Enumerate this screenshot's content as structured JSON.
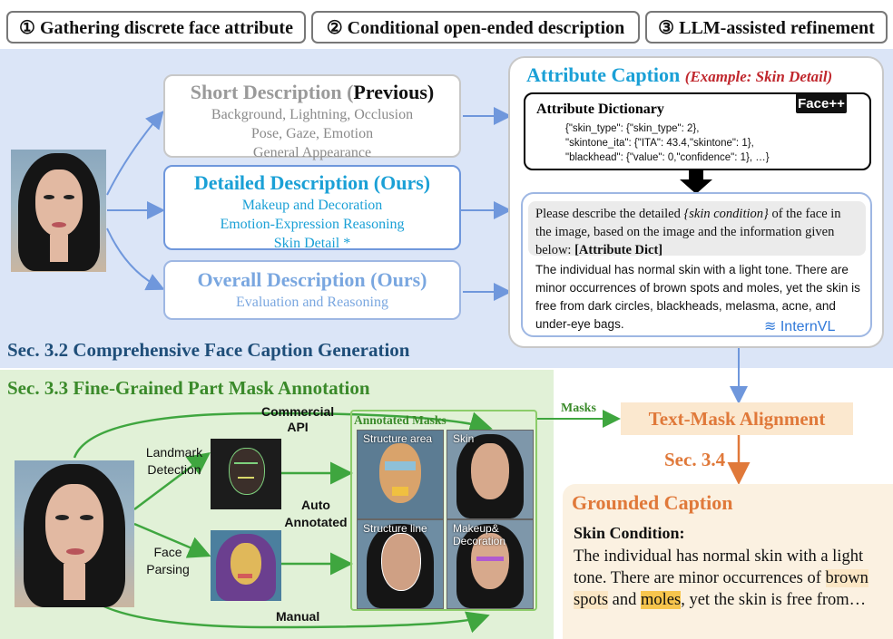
{
  "tabs": [
    {
      "label": "① Gathering discrete face attribute"
    },
    {
      "label": "② Conditional open-ended description"
    },
    {
      "label": "③ LLM-assisted refinement"
    }
  ],
  "short_desc": {
    "title_main": "Short Description (",
    "title_emph": "Previous",
    "title_end": ")",
    "lines": [
      "Background, Lightning, Occlusion",
      "Pose, Gaze, Emotion",
      "General Appearance"
    ]
  },
  "detailed_desc": {
    "title": "Detailed Description (Ours)",
    "lines": [
      "Makeup and Decoration",
      "Emotion-Expression Reasoning",
      "Skin Detail *"
    ]
  },
  "overall_desc": {
    "title": "Overall Description (Ours)",
    "lines": [
      "Evaluation and Reasoning"
    ]
  },
  "attribute_caption": {
    "title": "Attribute Caption",
    "example": "(Example: Skin Detail)",
    "dict_title": "Attribute Dictionary",
    "logo": "Face++",
    "dict_lines": [
      "{\"skin_type\": {\"skin_type\": 2},",
      "\"skintone_ita\": {\"ITA\": 43.4,\"skintone\": 1},",
      "\"blackhead\": {\"value\": 0,\"confidence\": 1}, …}"
    ],
    "prompt_pre": "Please describe the detailed ",
    "prompt_italic": "{skin condition}",
    "prompt_post": " of the face in the image, based on the image and the information given below: ",
    "prompt_bold": "[Attribute Dict]",
    "response": "The individual has normal skin with a light tone. There are minor occurrences of brown spots and moles, yet the skin is free from dark circles, blackheads, melasma, acne, and under-eye bags.",
    "model": "InternVL"
  },
  "sec32": "Sec. 3.2 Comprehensive Face Caption Generation",
  "sec33": "Sec. 3.3 Fine-Grained Part Mask Annotation",
  "sec34": "Sec. 3.4",
  "labels": {
    "commercial_api_1": "Commercial",
    "commercial_api_2": "API",
    "landmark_1": "Landmark",
    "landmark_2": "Detection",
    "auto_1": "Auto",
    "auto_2": "Annotated",
    "face_parsing_1": "Face",
    "face_parsing_2": "Parsing",
    "manual": "Manual",
    "masks": "Masks",
    "annotated_masks": "Annotated Masks"
  },
  "mask_tiles": [
    "Structure area",
    "Skin",
    "Structure line",
    "Makeup& Decoration"
  ],
  "text_mask_alignment": "Text-Mask Alignment",
  "grounded": {
    "title": "Grounded Caption",
    "heading": "Skin Condition:",
    "text_1": "The individual has normal skin with a light tone. There are minor occurrences of ",
    "hl_1": "brown spots",
    "text_2": " and ",
    "hl_2": "moles",
    "text_3": ", yet the skin is free from…"
  },
  "colors": {
    "blue_region": "#dbe5f7",
    "green_region": "#e1f1d7",
    "arrow_blue": "#6f97dc",
    "arrow_green": "#3fa63f",
    "orange": "#e0793a",
    "title_cyan": "#1aa0d6",
    "sec_blue": "#1f4e79",
    "sec_green": "#3a8a2a"
  }
}
